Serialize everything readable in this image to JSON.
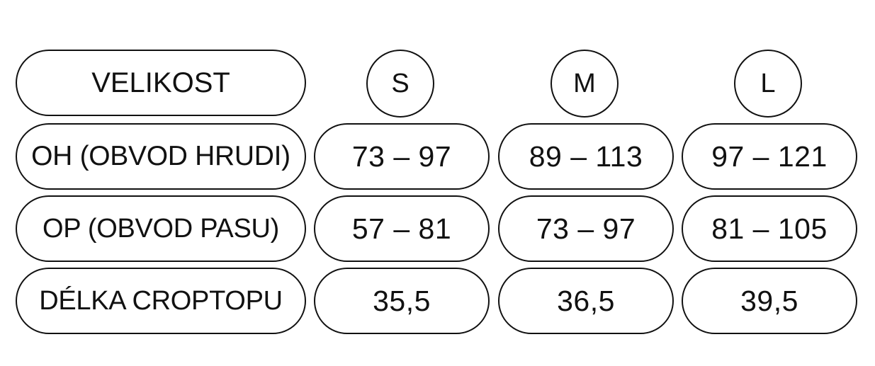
{
  "header": {
    "label": "VELIKOST",
    "sizes": [
      "S",
      "M",
      "L"
    ]
  },
  "rows": [
    {
      "label": "OH (OBVOD HRUDI)",
      "values": [
        "73 – 97",
        "89 – 113",
        "97 – 121"
      ]
    },
    {
      "label": "OP (OBVOD PASU)",
      "values": [
        "57 – 81",
        "73 – 97",
        "81 – 105"
      ]
    },
    {
      "label": "DÉLKA CROPTOPU",
      "values": [
        "35,5",
        "36,5",
        "39,5"
      ]
    }
  ]
}
